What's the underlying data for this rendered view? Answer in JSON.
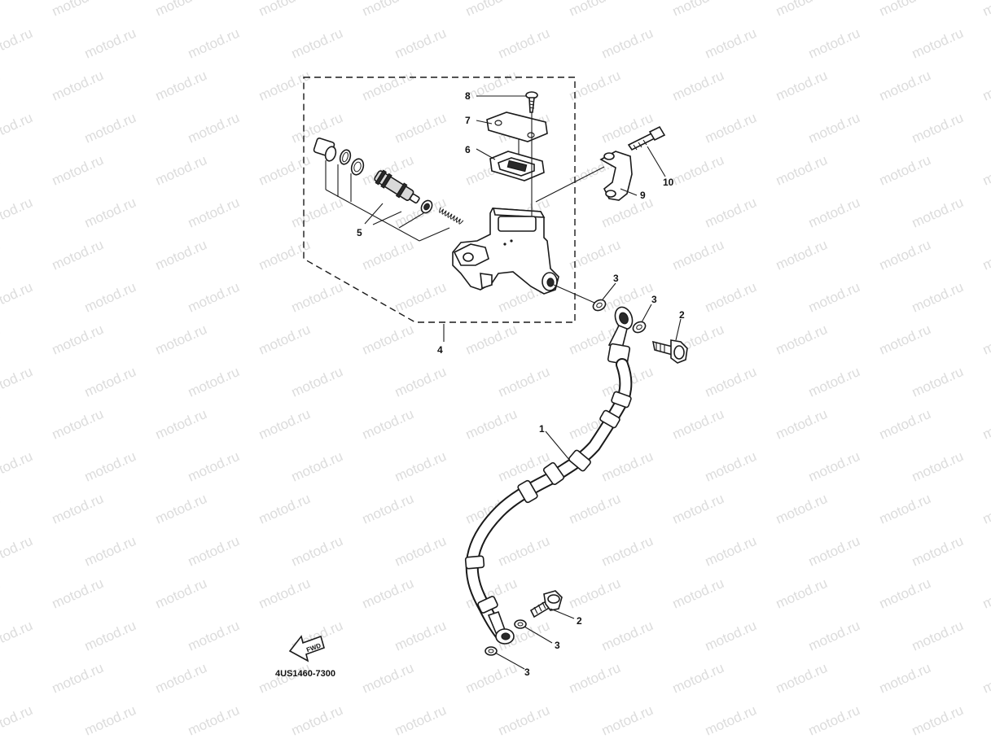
{
  "watermark_text": "motod.ru",
  "diagram_code": "4US1460-7300",
  "fwd_label": "FWD",
  "callouts": {
    "c1": "1",
    "c2a": "2",
    "c2b": "2",
    "c3a": "3",
    "c3b": "3",
    "c3c": "3",
    "c3d": "3",
    "c4": "4",
    "c5": "5",
    "c6": "6",
    "c7": "7",
    "c8": "8",
    "c9": "9",
    "c10": "10"
  },
  "icons": {
    "fwd_arrow": "fwd-arrow-icon"
  }
}
